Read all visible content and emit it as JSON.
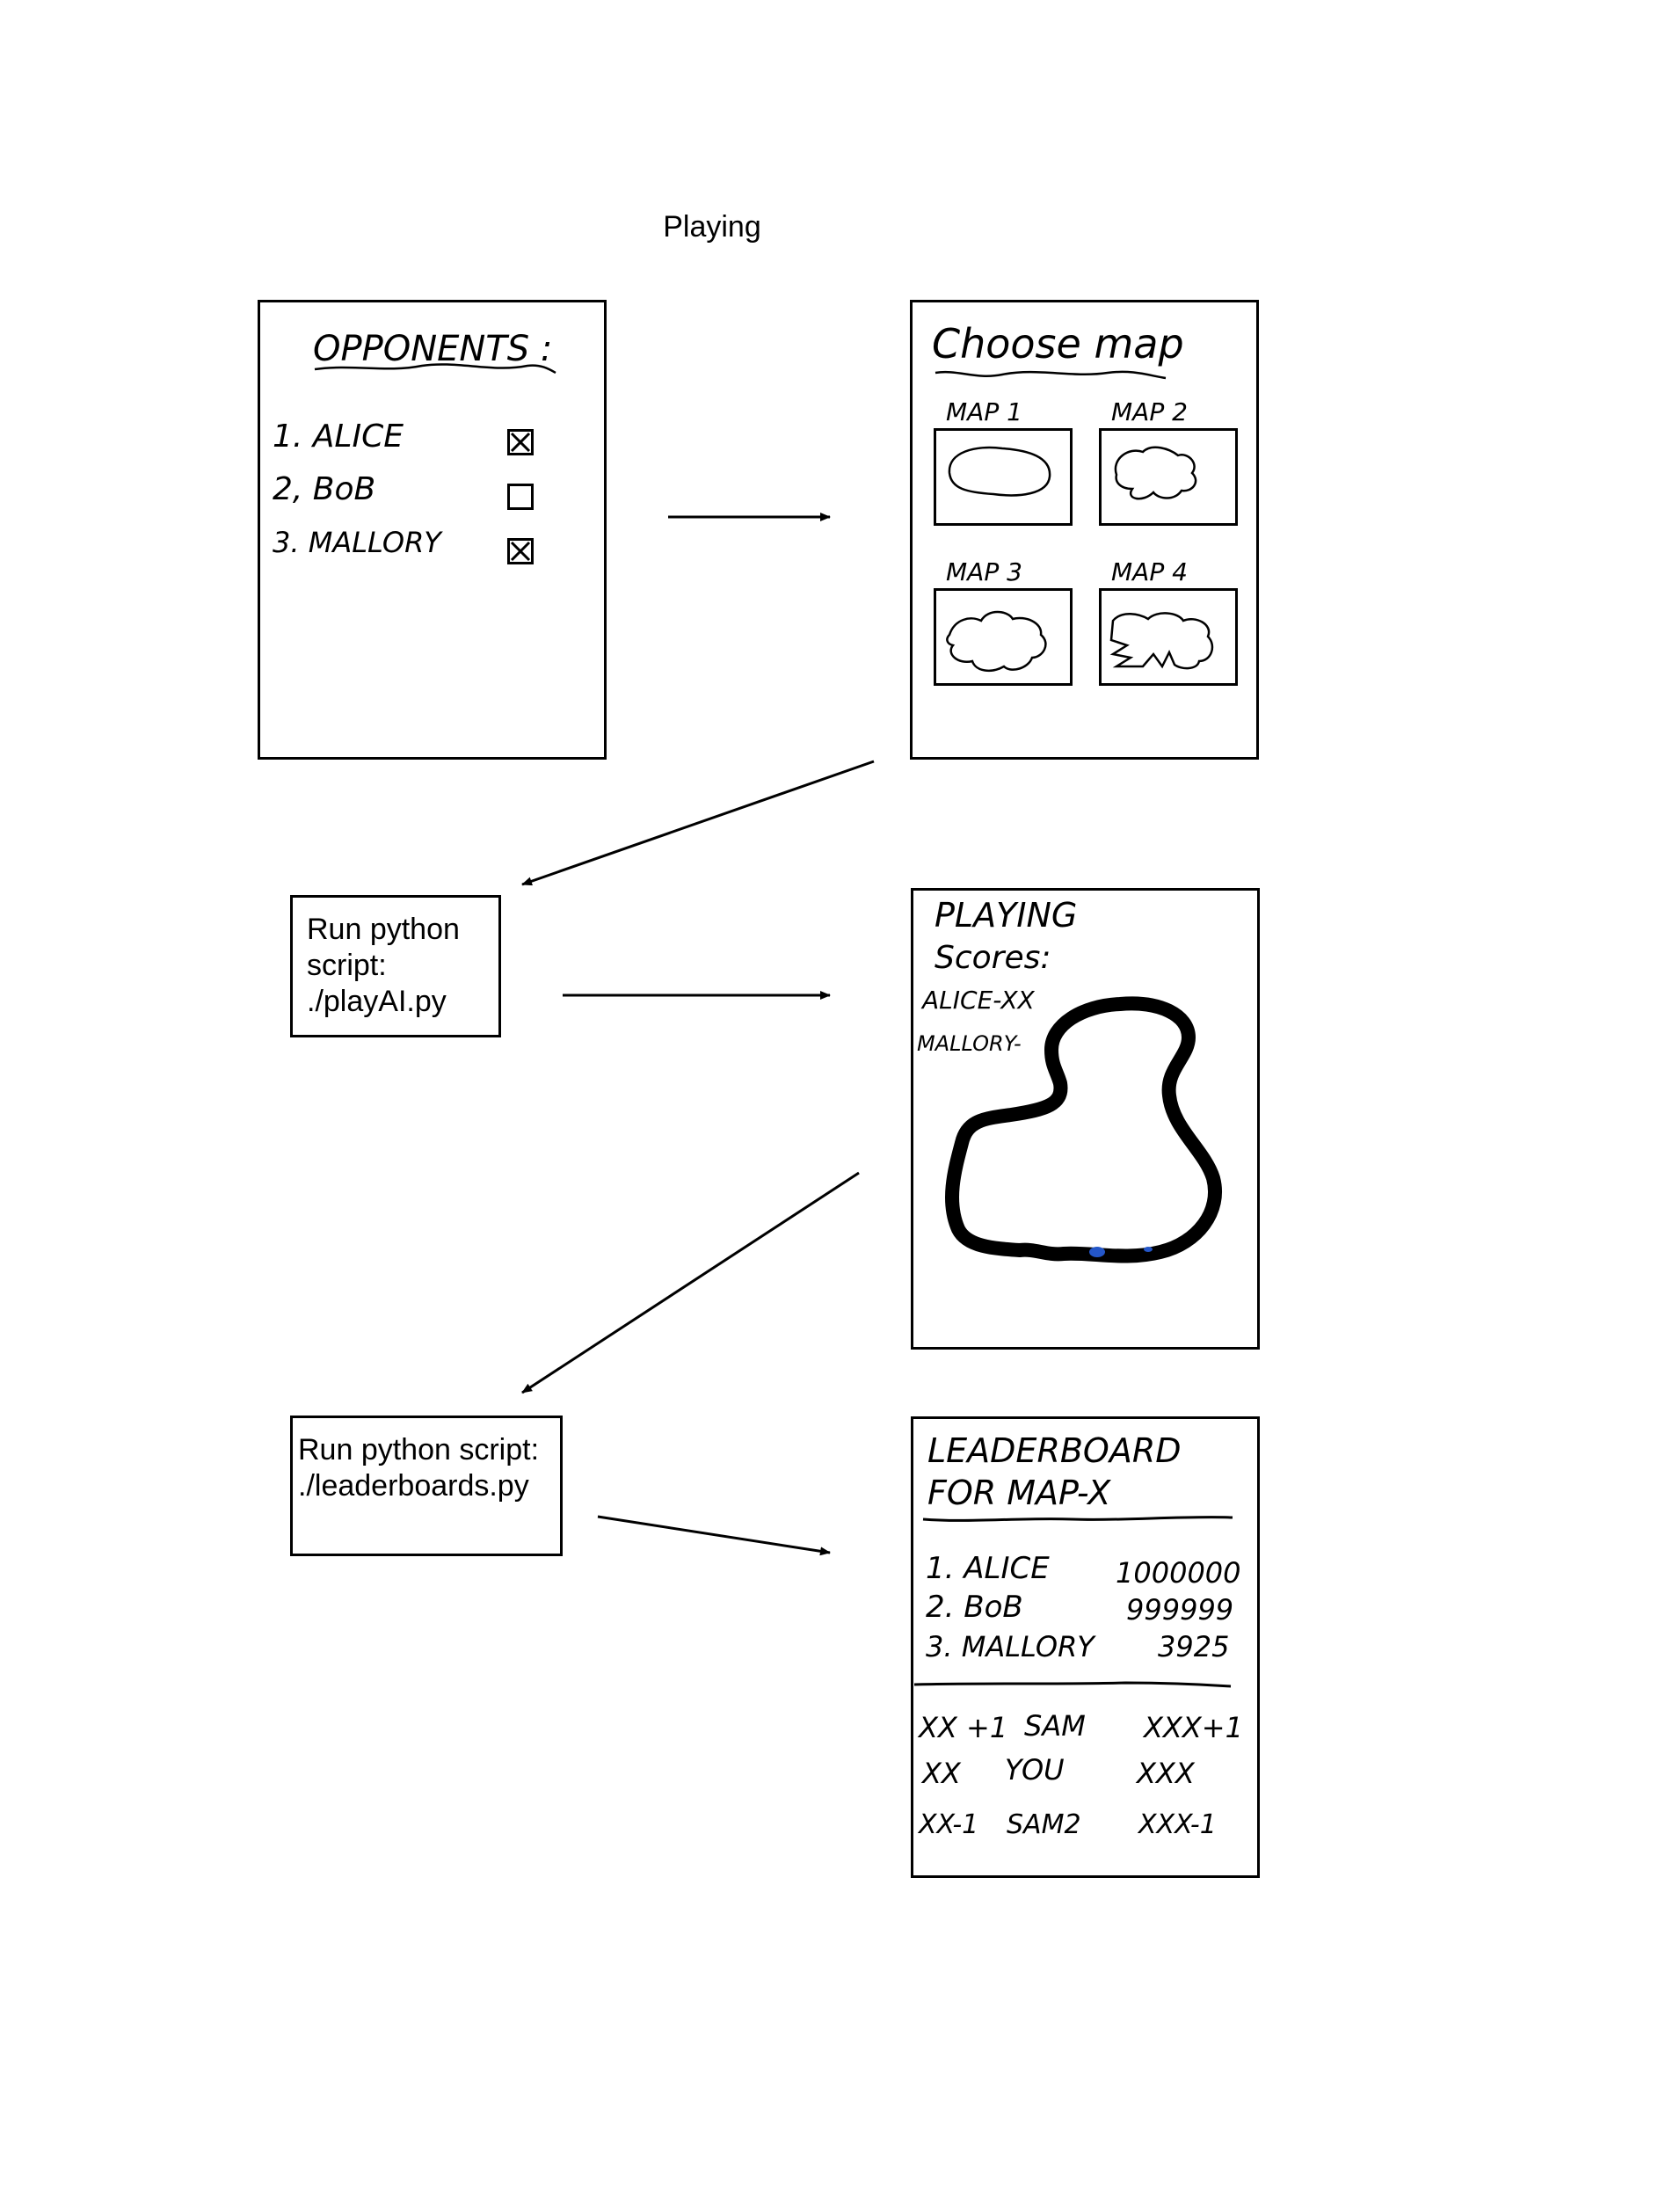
{
  "title": "Playing",
  "opponents": {
    "heading": "OPPONENTS :",
    "items": [
      {
        "label": "1. ALICE",
        "checked": true
      },
      {
        "label": "2, BoB",
        "checked": false
      },
      {
        "label": "3. MALLORY",
        "checked": true
      }
    ]
  },
  "choose_map": {
    "heading": "Choose map",
    "maps": [
      {
        "label": "MAP 1"
      },
      {
        "label": "MAP 2"
      },
      {
        "label": "MAP 3"
      },
      {
        "label": "MAP 4"
      }
    ]
  },
  "script_play": {
    "line1": "Run python",
    "line2": "script:",
    "line3": "./playAI.py"
  },
  "playing": {
    "heading": "PLAYING",
    "scores_label": "Scores:",
    "score_lines": [
      "ALICE-XX",
      "MALLORY-"
    ]
  },
  "script_leaderboard": {
    "line1": "Run python script:",
    "line2": "./leaderboards.py"
  },
  "leaderboard": {
    "heading_line1": "LEADERBOARD",
    "heading_line2": "FOR MAP-X",
    "top_rows": [
      {
        "rank": "1. ALICE",
        "score": "1000000"
      },
      {
        "rank": "2. BoB",
        "score": "999999"
      },
      {
        "rank": "3. MALLORY",
        "score": "3925"
      }
    ],
    "near_rows": [
      {
        "rank": "XX +1",
        "name": "SAM",
        "score": "XXX+1"
      },
      {
        "rank": "XX",
        "name": "YOU",
        "score": "XXX"
      },
      {
        "rank": "XX-1",
        "name": "SAM2",
        "score": "XXX-1"
      }
    ]
  }
}
